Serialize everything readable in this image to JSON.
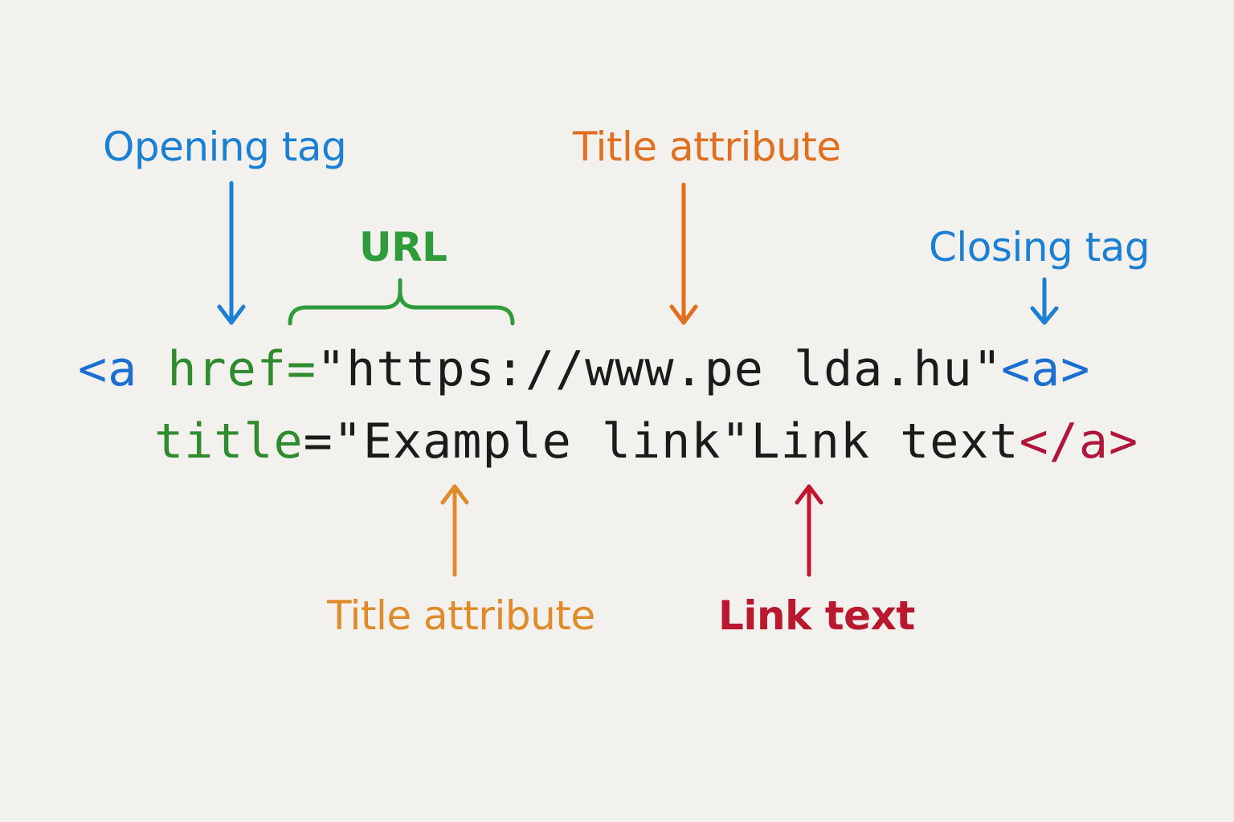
{
  "labels": {
    "opening_tag": "Opening tag",
    "title_attribute_top": "Title attribute",
    "url": "URL",
    "closing_tag": "Closing tag",
    "title_attribute_bottom": "Title attribute",
    "link_text": "Link text"
  },
  "code": {
    "line1": {
      "open_bracket_a": "<a",
      "href_attr": "href",
      "equals": "=",
      "url_value": "\"https://www.pe lda.hu\""
    },
    "closing_display": "<a>",
    "line2": {
      "title_attr": "title",
      "equals": "=",
      "title_value": "\"Example link\"",
      "link_text": "Link text",
      "closing_tag": "</a>"
    }
  },
  "colors": {
    "background": "#f3f1ee",
    "blue": "#1b7fd3",
    "orange": "#e06f20",
    "orange_light": "#e08a2a",
    "green": "#2e9c3a",
    "crimson": "#b8192f",
    "ink": "#1b1b1b"
  }
}
